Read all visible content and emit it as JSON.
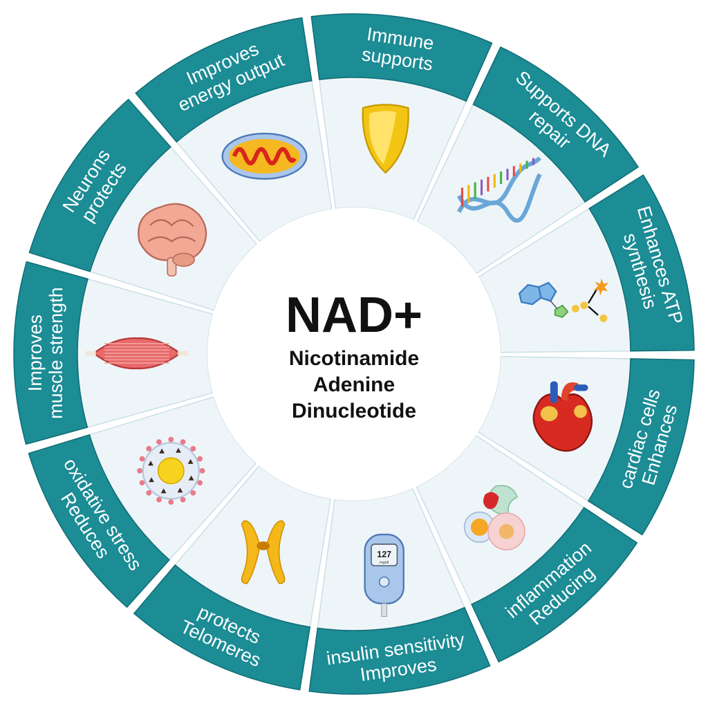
{
  "center": {
    "title": "NAD+",
    "subtitle_lines": [
      "Nicotinamide",
      "Adenine",
      "Dinucleotide"
    ]
  },
  "colors": {
    "band": "#1c8c95",
    "band_dark": "#0f6c74",
    "panel": "#eef5f8",
    "panel_edge": "#c9dfe6",
    "center": "#ffffff"
  },
  "segments": [
    {
      "lines": [
        "Immune",
        "supports"
      ],
      "icon": "shield-icon"
    },
    {
      "lines": [
        "Supports DNA",
        "repair"
      ],
      "icon": "dna-helix-icon"
    },
    {
      "lines": [
        "Enhances ATP",
        "synthesis"
      ],
      "icon": "atp-molecule-icon"
    },
    {
      "lines": [
        "Enhances",
        "cardiac cells"
      ],
      "icon": "heart-icon"
    },
    {
      "lines": [
        "Reducing",
        "inflammation"
      ],
      "icon": "immune-cells-icon"
    },
    {
      "lines": [
        "Improves",
        "insulin sensitivity"
      ],
      "icon": "glucose-meter-icon",
      "readout": "127",
      "unit": "mg/dl"
    },
    {
      "lines": [
        "Telomeres",
        "protects"
      ],
      "icon": "chromosome-icon"
    },
    {
      "lines": [
        "Reduces",
        "oxidative stress"
      ],
      "icon": "oxidative-cell-icon"
    },
    {
      "lines": [
        "Improves",
        "muscle strength"
      ],
      "icon": "muscle-icon"
    },
    {
      "lines": [
        "Neurons",
        "protects"
      ],
      "icon": "brain-icon"
    },
    {
      "lines": [
        "Improves",
        "energy output"
      ],
      "icon": "mitochondrion-icon"
    }
  ]
}
